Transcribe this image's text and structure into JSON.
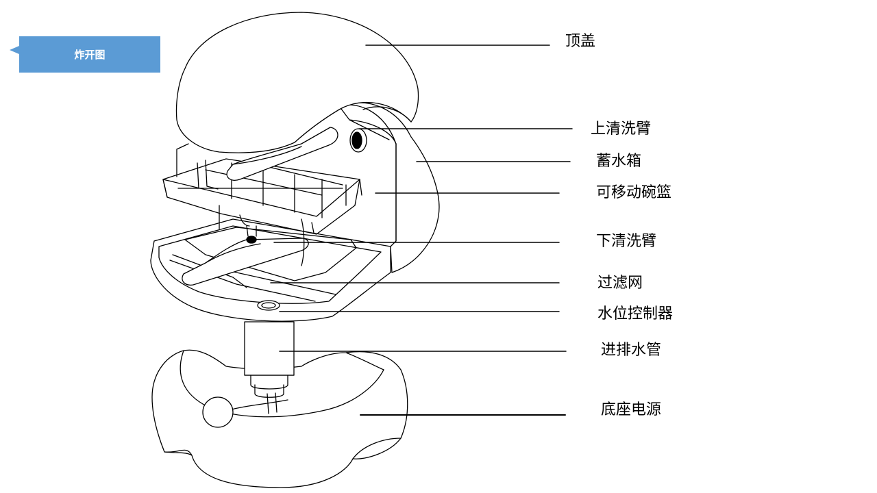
{
  "header": {
    "title": "炸开图"
  },
  "labels": {
    "top_cover": "顶盖",
    "upper_spray_arm": "上清洗臂",
    "water_tank": "蓄水箱",
    "movable_basket": "可移动碗篮",
    "lower_spray_arm": "下清洗臂",
    "filter": "过滤网",
    "water_level_controller": "水位控制器",
    "inlet_drain_pipe": "进排水管",
    "base_power": "底座电源"
  },
  "colors": {
    "accent": "#5b9bd5",
    "line": "#000000"
  }
}
